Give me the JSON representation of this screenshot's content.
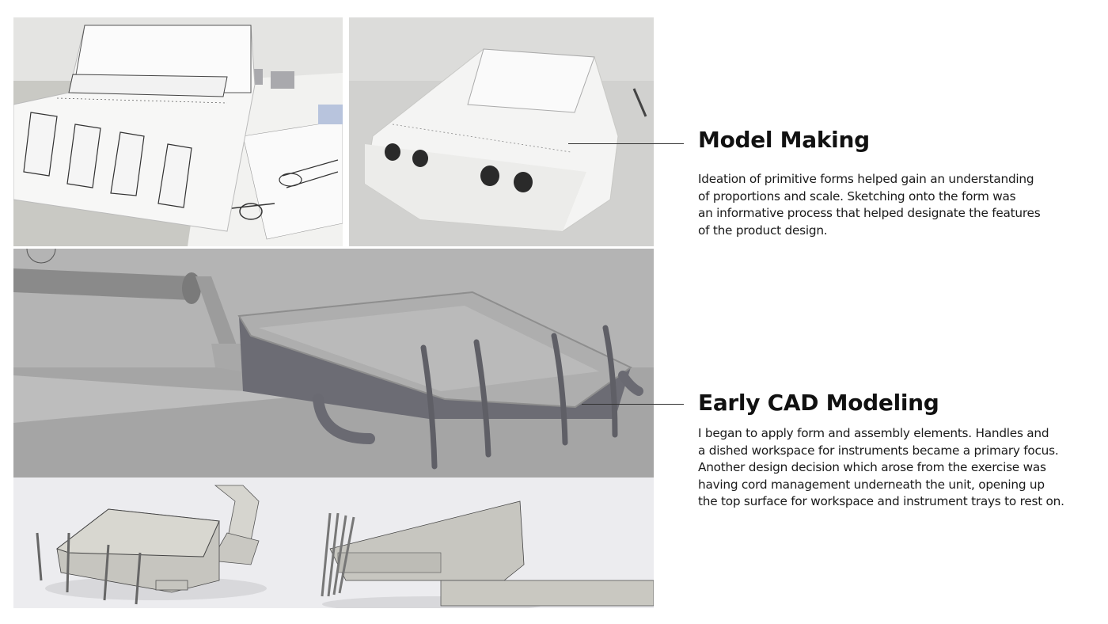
{
  "sections": [
    {
      "title": "Model Making",
      "body": "Ideation of primitive forms helped gain an understanding\nof proportions and scale. Sketching onto the form was\nan informative process that helped designate the features\nof the product design."
    },
    {
      "title": "Early CAD Modeling",
      "body": "I began to apply form and assembly elements. Handles and\na dished workspace for instruments became a primary focus.\nAnother design decision which arose from the exercise was\nhaving cord management underneath the unit, opening up\nthe top surface for workspace and instrument trays to rest on."
    }
  ],
  "images": [
    {
      "id": "photo-sketch",
      "depicts": "paper model with sketched instrument slots over design sketches"
    },
    {
      "id": "photo-paper",
      "depicts": "white paper mock-up of unit with four round instrument holes"
    },
    {
      "id": "cad-render",
      "depicts": "grey CAD render of delivery unit on arm with four handpieces"
    },
    {
      "id": "cad-wire",
      "depicts": "two CAD wireframe views of unit: three-quarter and side"
    }
  ],
  "colors": {
    "background": "#ffffff",
    "text": "#111111",
    "leader_line": "#333333"
  }
}
